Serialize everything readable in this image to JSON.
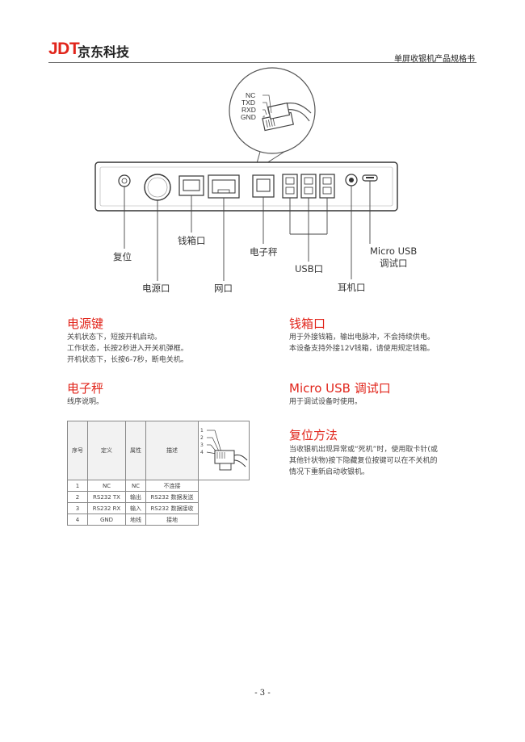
{
  "header": {
    "logo_en": "JDT",
    "logo_cn": "京东科技",
    "doc_title": "单屏收银机产品规格书",
    "brand_color": "#e1251b"
  },
  "diagram": {
    "pins": [
      "NC",
      "TXD",
      "RXD",
      "GND"
    ],
    "labels": {
      "reset": "复位",
      "power": "电源口",
      "cashbox": "钱箱口",
      "network": "网口",
      "scale": "电子秤",
      "usb": "USB口",
      "earphone": "耳机口",
      "micro_usb_line1": "Micro USB",
      "micro_usb_line2": "调试口"
    }
  },
  "sections": {
    "power_key": {
      "title": "电源键",
      "lines": [
        "关机状态下，短按开机启动。",
        "工作状态，长按2秒进入开关机弹框。",
        "开机状态下，长按6-7秒，断电关机。"
      ]
    },
    "cashbox": {
      "title": "钱箱口",
      "lines": [
        "用于外接钱箱，输出电脉冲，不会持续供电。",
        "本设备支持外接12V钱箱，请使用规定钱箱。"
      ]
    },
    "scale": {
      "title": "电子秤",
      "lines": [
        "线序说明。"
      ]
    },
    "micro_usb": {
      "title": "Micro USB 调试口",
      "lines": [
        "用于调试设备时使用。"
      ]
    },
    "reset": {
      "title": "复位方法",
      "lines": [
        "当收银机出现异常或“死机”时，使用取卡针(或",
        "其他针状物)按下隐藏复位按键可以在不关机的",
        "情况下重新启动收银机。"
      ]
    }
  },
  "pin_table": {
    "headers": [
      "序号",
      "定义",
      "属性",
      "描述"
    ],
    "rows": [
      [
        "1",
        "NC",
        "NC",
        "不连接"
      ],
      [
        "2",
        "RS232 TX",
        "输出",
        "RS232 数据发送"
      ],
      [
        "3",
        "RS232 RX",
        "输入",
        "RS232 数据接收"
      ],
      [
        "4",
        "GND",
        "地线",
        "接地"
      ]
    ],
    "connector_pins": [
      "1",
      "2",
      "3",
      "4"
    ]
  },
  "page_number": "- 3 -"
}
